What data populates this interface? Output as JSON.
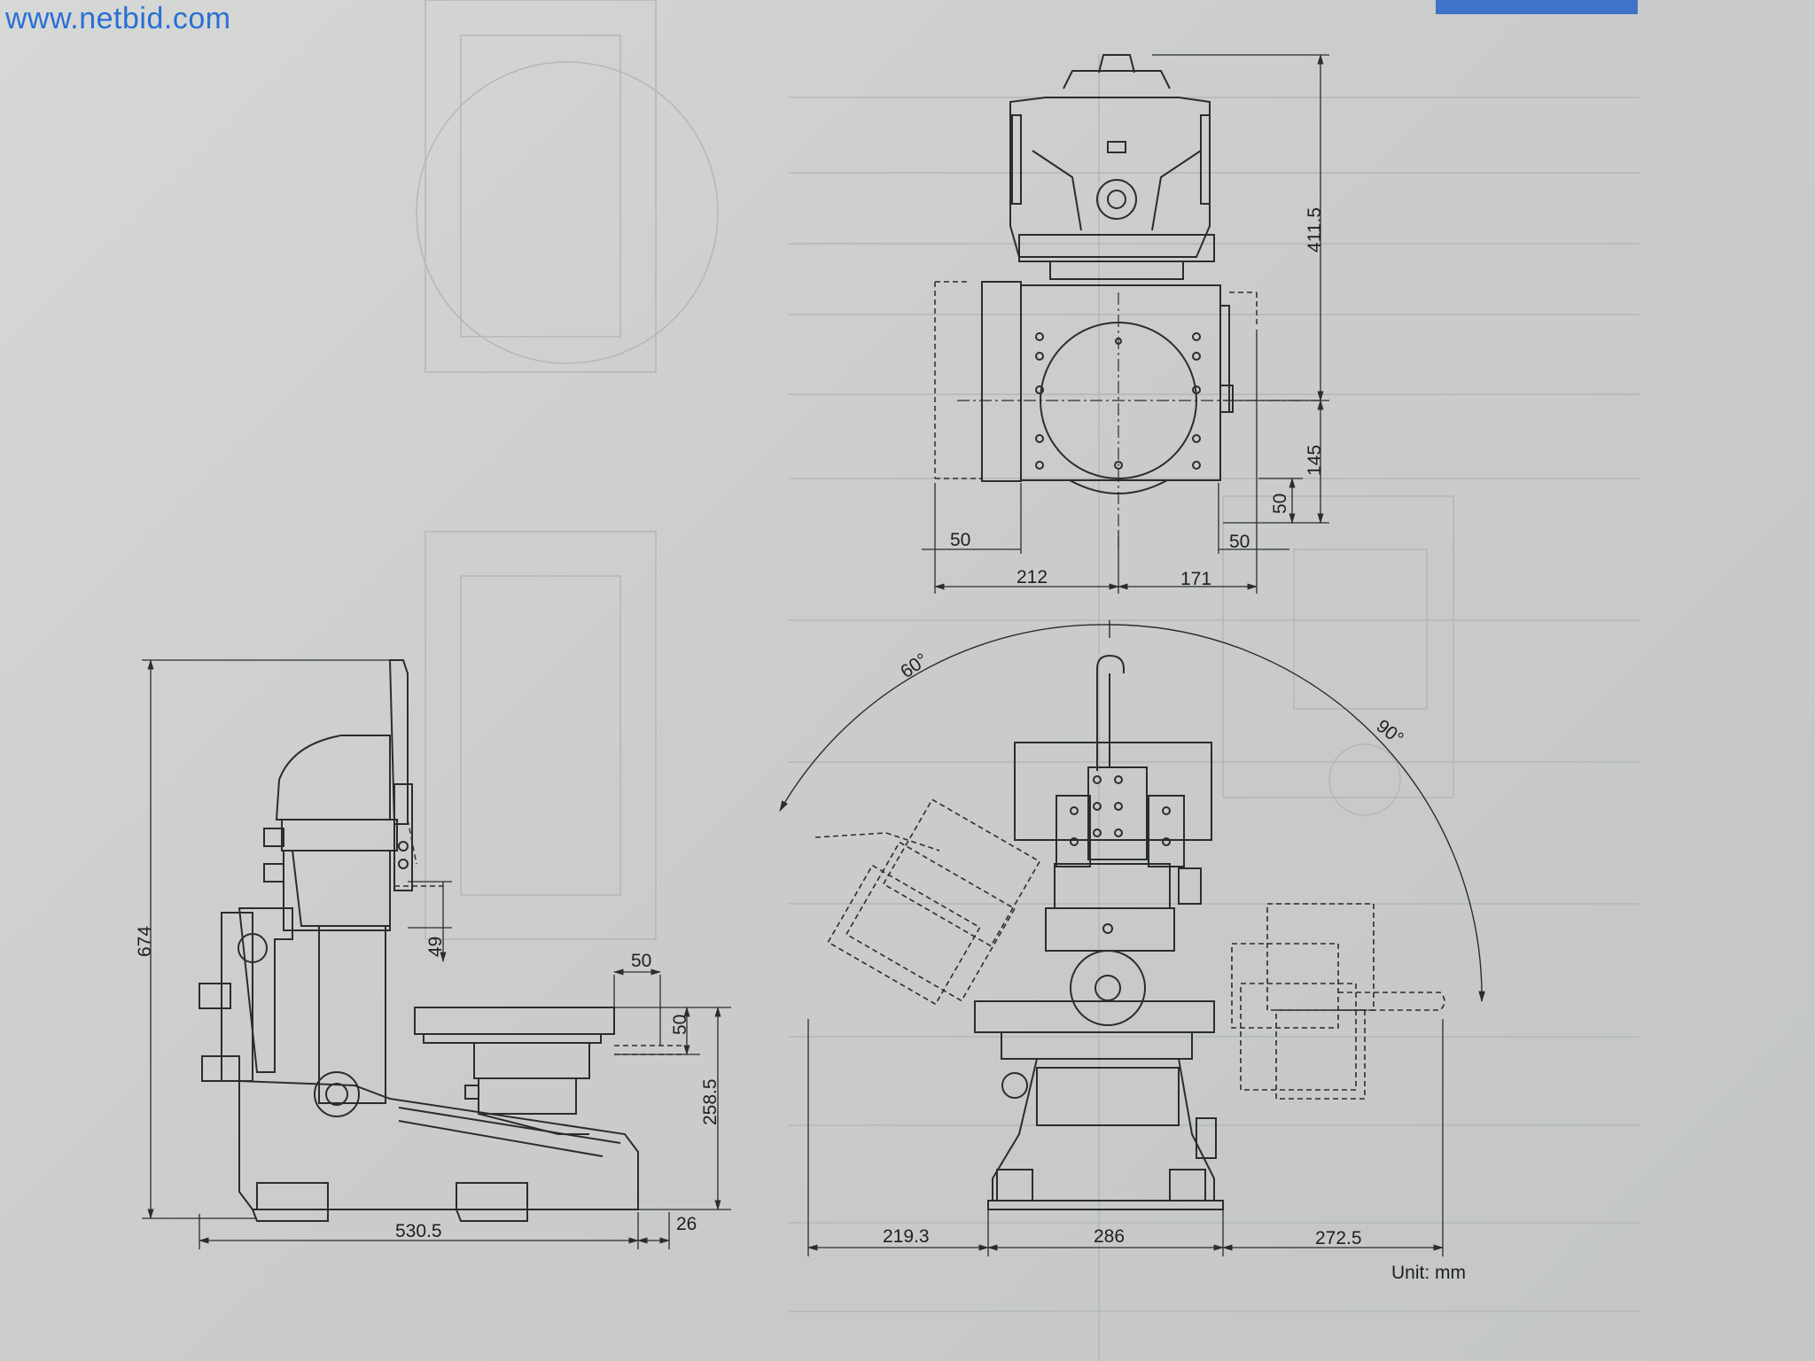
{
  "watermark": "www.netbid.com",
  "units": {
    "label": "Unit: mm"
  },
  "top_view": {
    "dims": {
      "height_total": "411.5",
      "height_lower": "145",
      "offset_right_small": "50",
      "offset_left": "50",
      "offset_right": "50",
      "width_left": "212",
      "width_right": "171"
    }
  },
  "side_view": {
    "dims": {
      "height_total": "674",
      "stage_gap": "49",
      "stage_top_width": "50",
      "stage_thickness": "50",
      "stage_height": "258.5",
      "base_length": "530.5",
      "front_overhang": "26"
    }
  },
  "front_view": {
    "angles": {
      "left": "60°",
      "right": "90°"
    },
    "dims": {
      "left_reach": "219.3",
      "base_width": "286",
      "right_reach": "272.5"
    }
  },
  "colors": {
    "line": "#2a2c2f",
    "faint_line": "#b4b7b6",
    "watermark": "#2a6fd6",
    "bar": "#3f73c8"
  }
}
